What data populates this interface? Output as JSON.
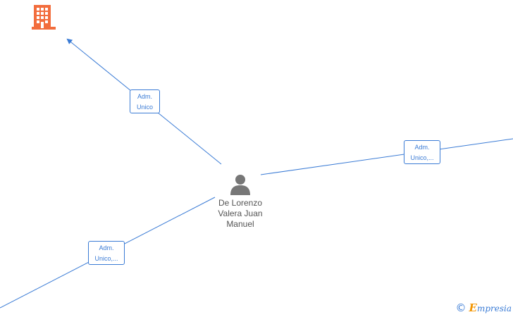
{
  "graph": {
    "person": {
      "name_line1": "De Lorenzo",
      "name_line2": "Valera Juan",
      "name_line3": "Manuel",
      "icon": "person-icon"
    },
    "company_node": {
      "icon": "building-icon",
      "color": "#f26d3d"
    },
    "edges": [
      {
        "label_line1": "Adm.",
        "label_line2": "Unico"
      },
      {
        "label_line1": "Adm.",
        "label_line2": "Unico,..."
      },
      {
        "label_line1": "Adm.",
        "label_line2": "Unico,..."
      }
    ],
    "edge_color": "#3a7bd5"
  },
  "footer": {
    "copyright_symbol": "©",
    "brand_first_letter": "E",
    "brand_rest": "mpresia"
  }
}
